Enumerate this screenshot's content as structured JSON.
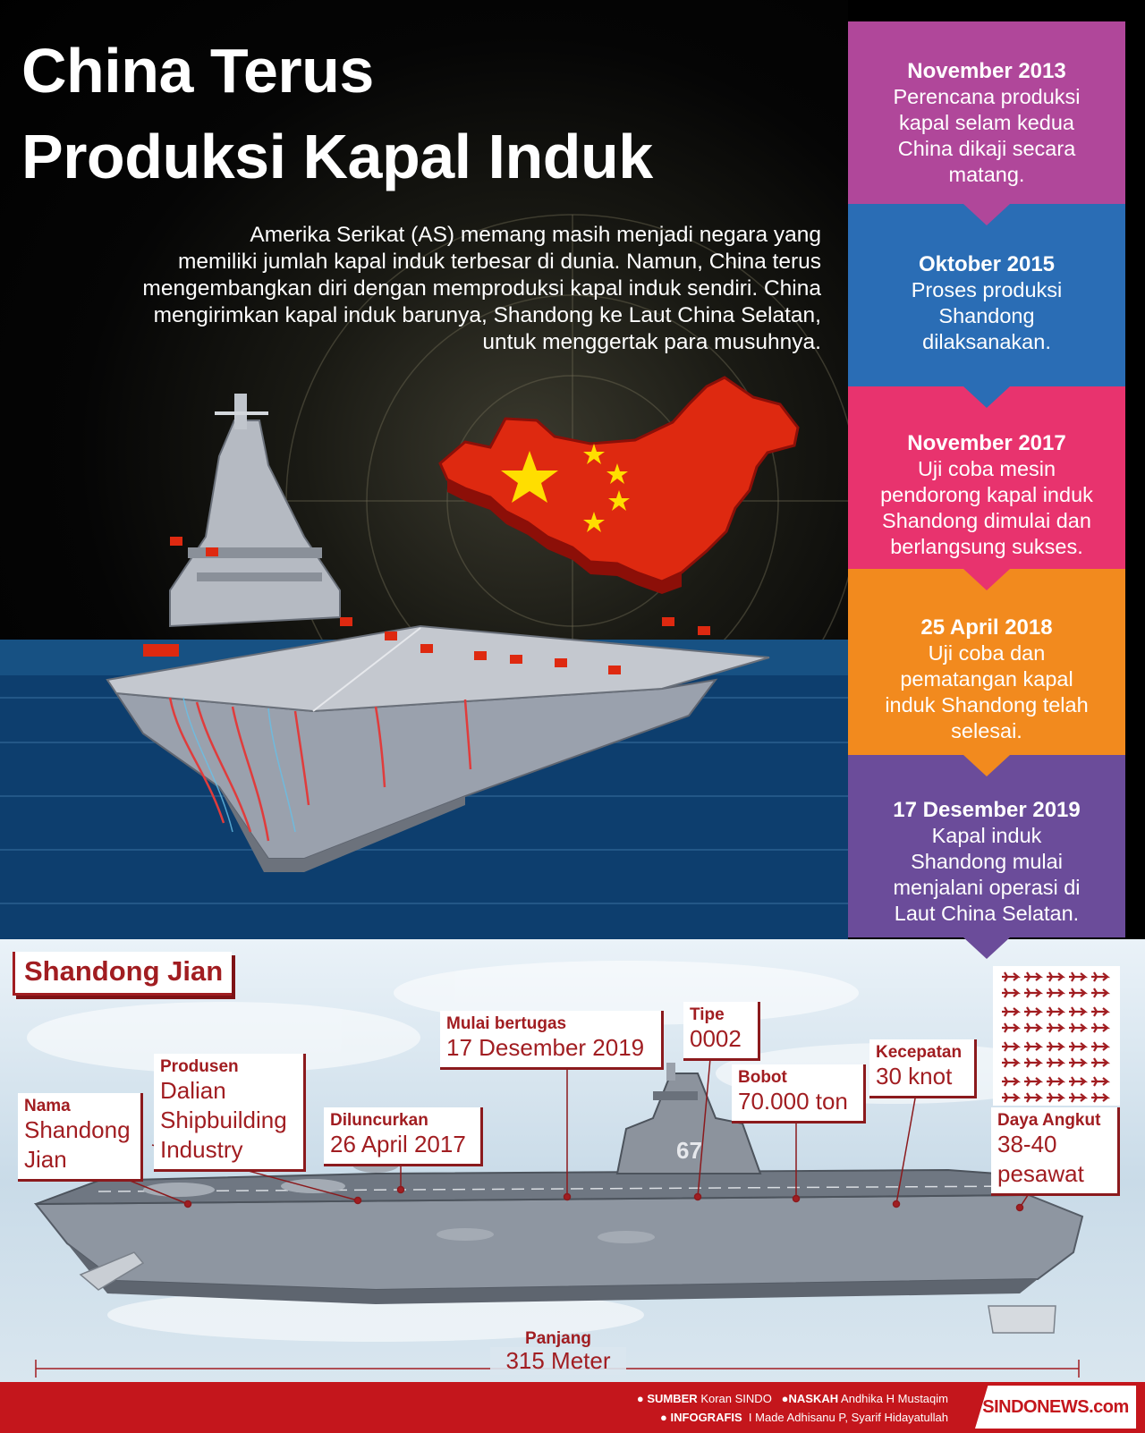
{
  "header": {
    "title_line1": "China Terus",
    "title_line2": "Produksi Kapal Induk",
    "intro_lines": [
      "Amerika Serikat (AS) memang masih menjadi negara yang",
      "memiliki jumlah kapal induk terbesar di dunia. Namun, China terus",
      "mengembangkan diri dengan memproduksi kapal induk sendiri. China",
      "mengirimkan kapal induk barunya, Shandong ke Laut China Selatan,",
      "untuk menggertak para musuhnya."
    ]
  },
  "timeline": [
    {
      "date": "November 2013",
      "lines": [
        "Perencana produksi",
        "kapal selam kedua",
        "China dikaji secara",
        "matang."
      ],
      "color": "#b0479a"
    },
    {
      "date": "Oktober 2015",
      "lines": [
        "Proses produksi",
        "Shandong",
        "dilaksanakan."
      ],
      "color": "#2a6db5"
    },
    {
      "date": "November 2017",
      "lines": [
        "Uji coba mesin",
        "pendorong kapal induk",
        "Shandong dimulai dan",
        "berlangsung sukses."
      ],
      "color": "#e8336e"
    },
    {
      "date": "25 April 2018",
      "lines": [
        "Uji coba dan",
        "pematangan kapal",
        "induk Shandong telah",
        "selesai."
      ],
      "color": "#f28a1e"
    },
    {
      "date": "17 Desember 2019",
      "lines": [
        "Kapal induk",
        "Shandong mulai",
        "menjalani operasi di",
        "Laut China Selatan."
      ],
      "color": "#6b4c9a"
    }
  ],
  "specs": {
    "section_title": "Shandong Jian",
    "nama": {
      "label": "Nama",
      "lines": [
        "Shandong",
        "Jian"
      ]
    },
    "produsen": {
      "label": "Produsen",
      "lines": [
        "Dalian",
        "Shipbuilding",
        "Industry"
      ]
    },
    "diluncurkan": {
      "label": "Diluncurkan",
      "lines": [
        "26 April 2017"
      ]
    },
    "mulai_bertugas": {
      "label": "Mulai bertugas",
      "lines": [
        "17 Desember 2019"
      ]
    },
    "tipe": {
      "label": "Tipe",
      "lines": [
        "0002"
      ]
    },
    "bobot": {
      "label": "Bobot",
      "lines": [
        "70.000 ton"
      ]
    },
    "kecepatan": {
      "label": "Kecepatan",
      "lines": [
        "30 knot"
      ]
    },
    "daya_angkut": {
      "label": "Daya Angkut",
      "lines": [
        "38-40",
        "pesawat"
      ]
    },
    "panjang": {
      "label": "Panjang",
      "value": "315 Meter"
    },
    "hull_number": "67"
  },
  "footer": {
    "sumber_label": "SUMBER",
    "sumber_value": "Koran SINDO",
    "naskah_label": "NASKAH",
    "naskah_value": "Andhika H Mustaqim",
    "infografis_label": "INFOGRAFIS",
    "infografis_value": "I Made Adhisanu P, Syarif Hidayatullah",
    "brand": "SINDONEWS.com"
  },
  "colors": {
    "accent_red": "#a11d21",
    "footer_red": "#c4161c",
    "flag_red": "#de2910",
    "flag_star": "#ffde00"
  }
}
